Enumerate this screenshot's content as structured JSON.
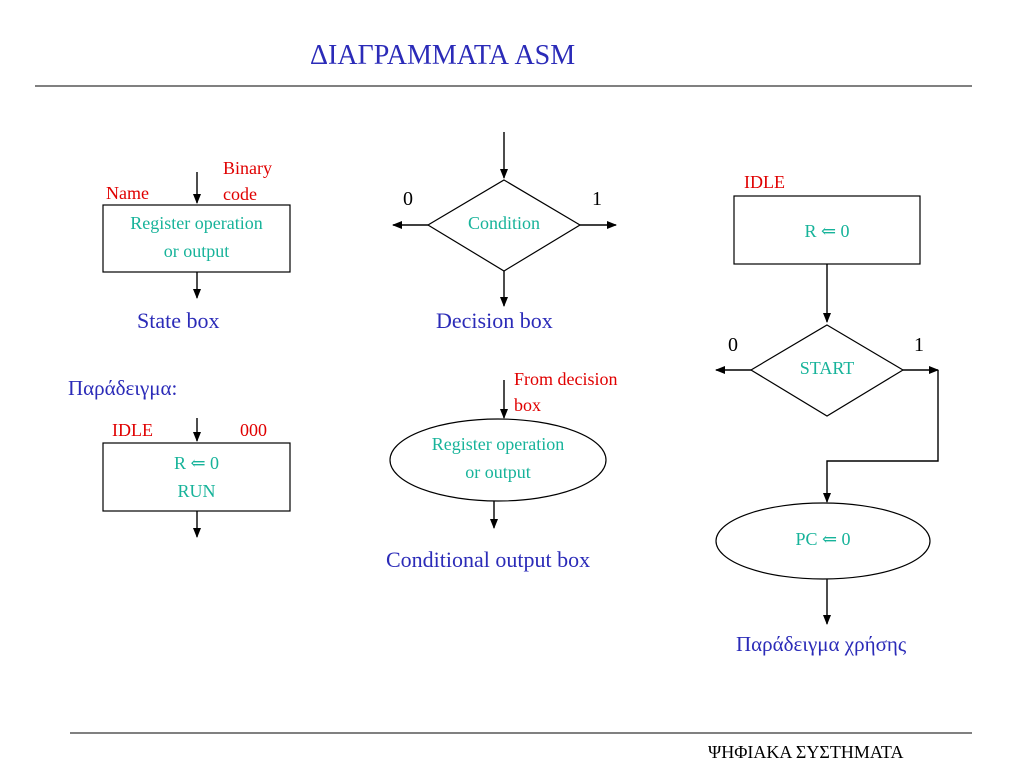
{
  "title": "ΔΙΑΓΡΑΜΜΑΤΑ ASM",
  "footer": "ΨΗΦΙΑΚΑ ΣΥΣΤΗΜΑΤΑ",
  "state_box": {
    "name_label": "Name",
    "binary_label_1": "Binary",
    "binary_label_2": "code",
    "content_line1": "Register operation",
    "content_line2": "or output",
    "caption": "State box"
  },
  "decision_box": {
    "left_label": "0",
    "right_label": "1",
    "content": "Condition",
    "caption": "Decision box"
  },
  "example": {
    "heading": "Παράδειγμα:",
    "name": "IDLE",
    "code": "000",
    "line1": "R ⇐ 0",
    "line2": "RUN"
  },
  "conditional_box": {
    "from_label_1": "From decision",
    "from_label_2": "box",
    "content_line1": "Register operation",
    "content_line2": "or output",
    "caption": "Conditional output box"
  },
  "usage_example": {
    "state_name": "IDLE",
    "state_content": "R ⇐ 0",
    "decision_left": "0",
    "decision_right": "1",
    "decision_content": "START",
    "conditional_content": "PC ⇐ 0",
    "caption": "Παράδειγμα χρήσης"
  },
  "colors": {
    "title": "#2b2bb8",
    "label_red": "#e00000",
    "content_teal": "#17b39a",
    "lines": "#000000"
  }
}
